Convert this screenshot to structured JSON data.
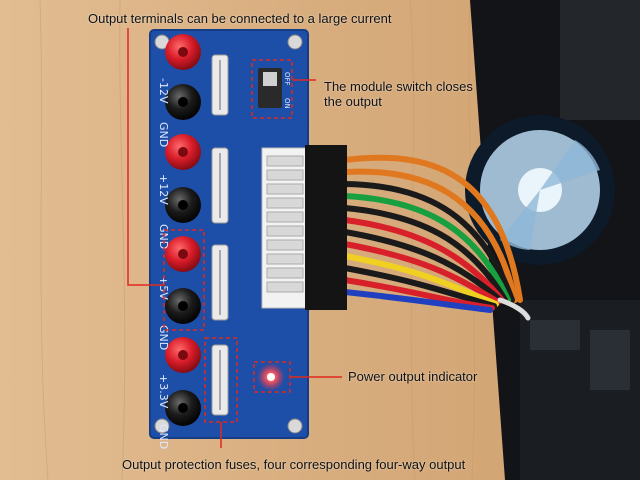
{
  "annotations": {
    "terminals": "Output terminals can be connected to a large current",
    "switch_line1": "The module switch closes",
    "switch_line2": "the output",
    "indicator": "Power output indicator",
    "fuses": "Output protection fuses, four corresponding four-way output"
  },
  "pcb_labels": {
    "m12v": "-12V",
    "gnd1": "GND",
    "p12v": "+12V",
    "gnd2": "GND",
    "p5v": "+5V",
    "gnd3": "GND",
    "p33v": "+3.3V",
    "gnd4": "GND",
    "switch_on": "ON",
    "switch_off": "OFF"
  },
  "colors": {
    "wood": "#d9b083",
    "pcb": "#1d4fa8",
    "binding_post_red": "#d91c2a",
    "binding_post_black": "#1b1b1b",
    "annotation_box": "#e0281e",
    "indicator_led": "#ff2430"
  }
}
